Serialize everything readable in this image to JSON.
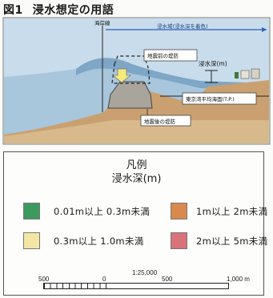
{
  "figure": {
    "number": "図1",
    "title": "浸水想定の用語"
  },
  "diagram": {
    "coastline_label": "海岸線",
    "inundation_area_label": "浸水域(浸水深を着色)",
    "levee_before_label": "地震前の堤防",
    "inundation_depth_label": "浸水深(m)",
    "tp_label": "東京湾平均海面(T.P.)",
    "levee_after_label": "地震後の堤防",
    "colors": {
      "sky": "#c9dceb",
      "sea": "#a8c6dc",
      "sea_dark": "#7ea6c6",
      "land": "#caa070",
      "ground": "#d7b98b",
      "levee": "#a9a59c",
      "arrow": "#f3ec7a",
      "blue_line": "#2a5fb5"
    }
  },
  "legend": {
    "title_line1": "凡例",
    "title_line2": "浸水深(m)",
    "items": [
      {
        "label": "0.01m以上 0.3m未満",
        "color": "#3c9a5f"
      },
      {
        "label": "1m以上 2m未満",
        "color": "#d9884e"
      },
      {
        "label": "0.3m以上 1.0m未満",
        "color": "#f3e5a3"
      },
      {
        "label": "2m以上 5m未満",
        "color": "#d9727a"
      }
    ]
  },
  "scale": {
    "ratio": "1:25,000",
    "ticks": [
      "500",
      "0",
      "500",
      "1,000 m"
    ]
  }
}
